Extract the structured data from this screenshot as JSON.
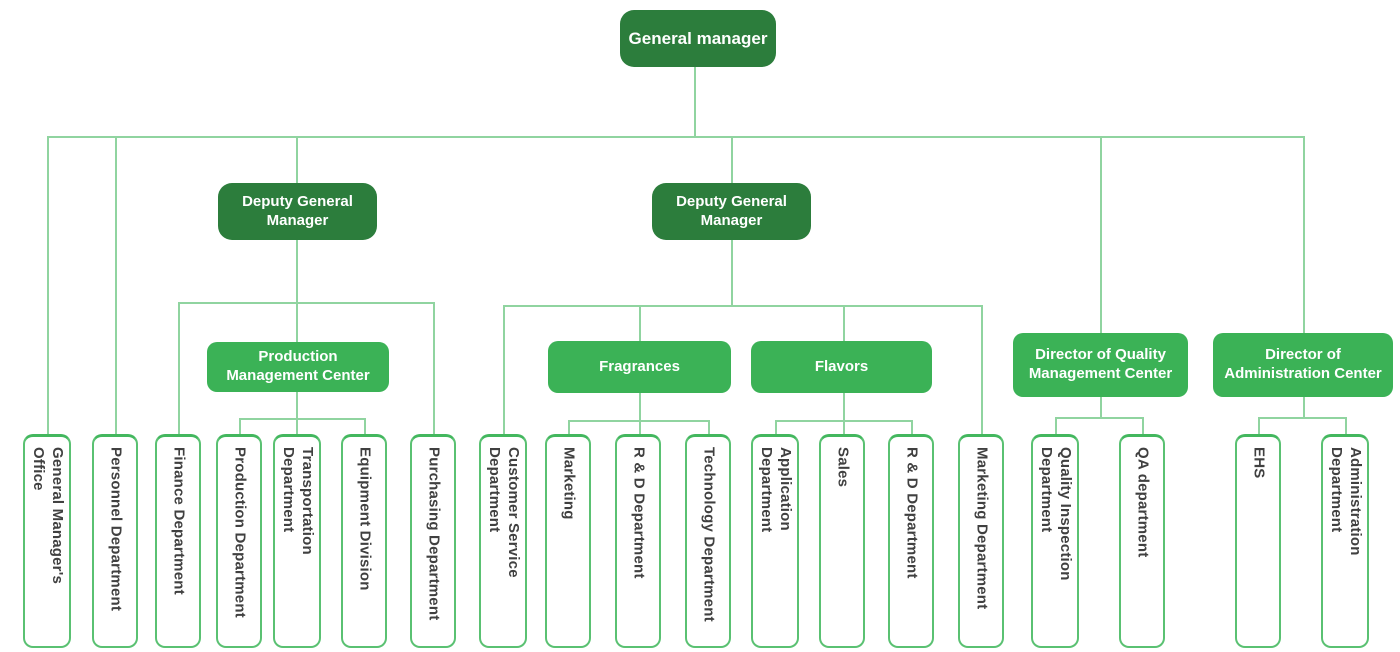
{
  "org": {
    "colors": {
      "dark_green_box": "#2c7d3c",
      "medium_green_box": "#3bb256",
      "leaf_border_green": "#5ac172",
      "leaf_border_top_green": "#43b75e",
      "connector_line_green": "#90d4a0",
      "box_text_white": "#ffffff",
      "leaf_text_dark": "#404040",
      "background": "#ffffff"
    },
    "tree": {
      "label": "General manager",
      "children": [
        {
          "label": "General Manager's\nOffice"
        },
        {
          "label": "Personnel Department"
        },
        {
          "label": "Deputy General\nManager",
          "children": [
            {
              "label": "Finance Department"
            },
            {
              "label": "Production\nManagement Center",
              "children": [
                {
                  "label": "Production Department"
                },
                {
                  "label": "Transportation\nDepartment"
                },
                {
                  "label": "Equipment Division"
                }
              ]
            },
            {
              "label": "Purchasing Department"
            }
          ]
        },
        {
          "label": "Deputy General\nManager",
          "children": [
            {
              "label": "Customer Service\nDepartment"
            },
            {
              "label": "Fragrances",
              "children": [
                {
                  "label": "Marketing"
                },
                {
                  "label": "R & D Department"
                },
                {
                  "label": "Technology Department"
                }
              ]
            },
            {
              "label": "Flavors",
              "children": [
                {
                  "label": "Application\nDepartment"
                },
                {
                  "label": "Sales"
                },
                {
                  "label": "R & D Department"
                }
              ]
            },
            {
              "label": "Marketing Department"
            }
          ]
        },
        {
          "label": "Director of Quality\nManagement Center",
          "children": [
            {
              "label": "Quality Inspection\nDepartment"
            },
            {
              "label": "QA department"
            }
          ]
        },
        {
          "label": "Director of\nAdministration Center",
          "children": [
            {
              "label": "EHS"
            },
            {
              "label": "Administration\nDepartment"
            }
          ]
        }
      ]
    }
  }
}
